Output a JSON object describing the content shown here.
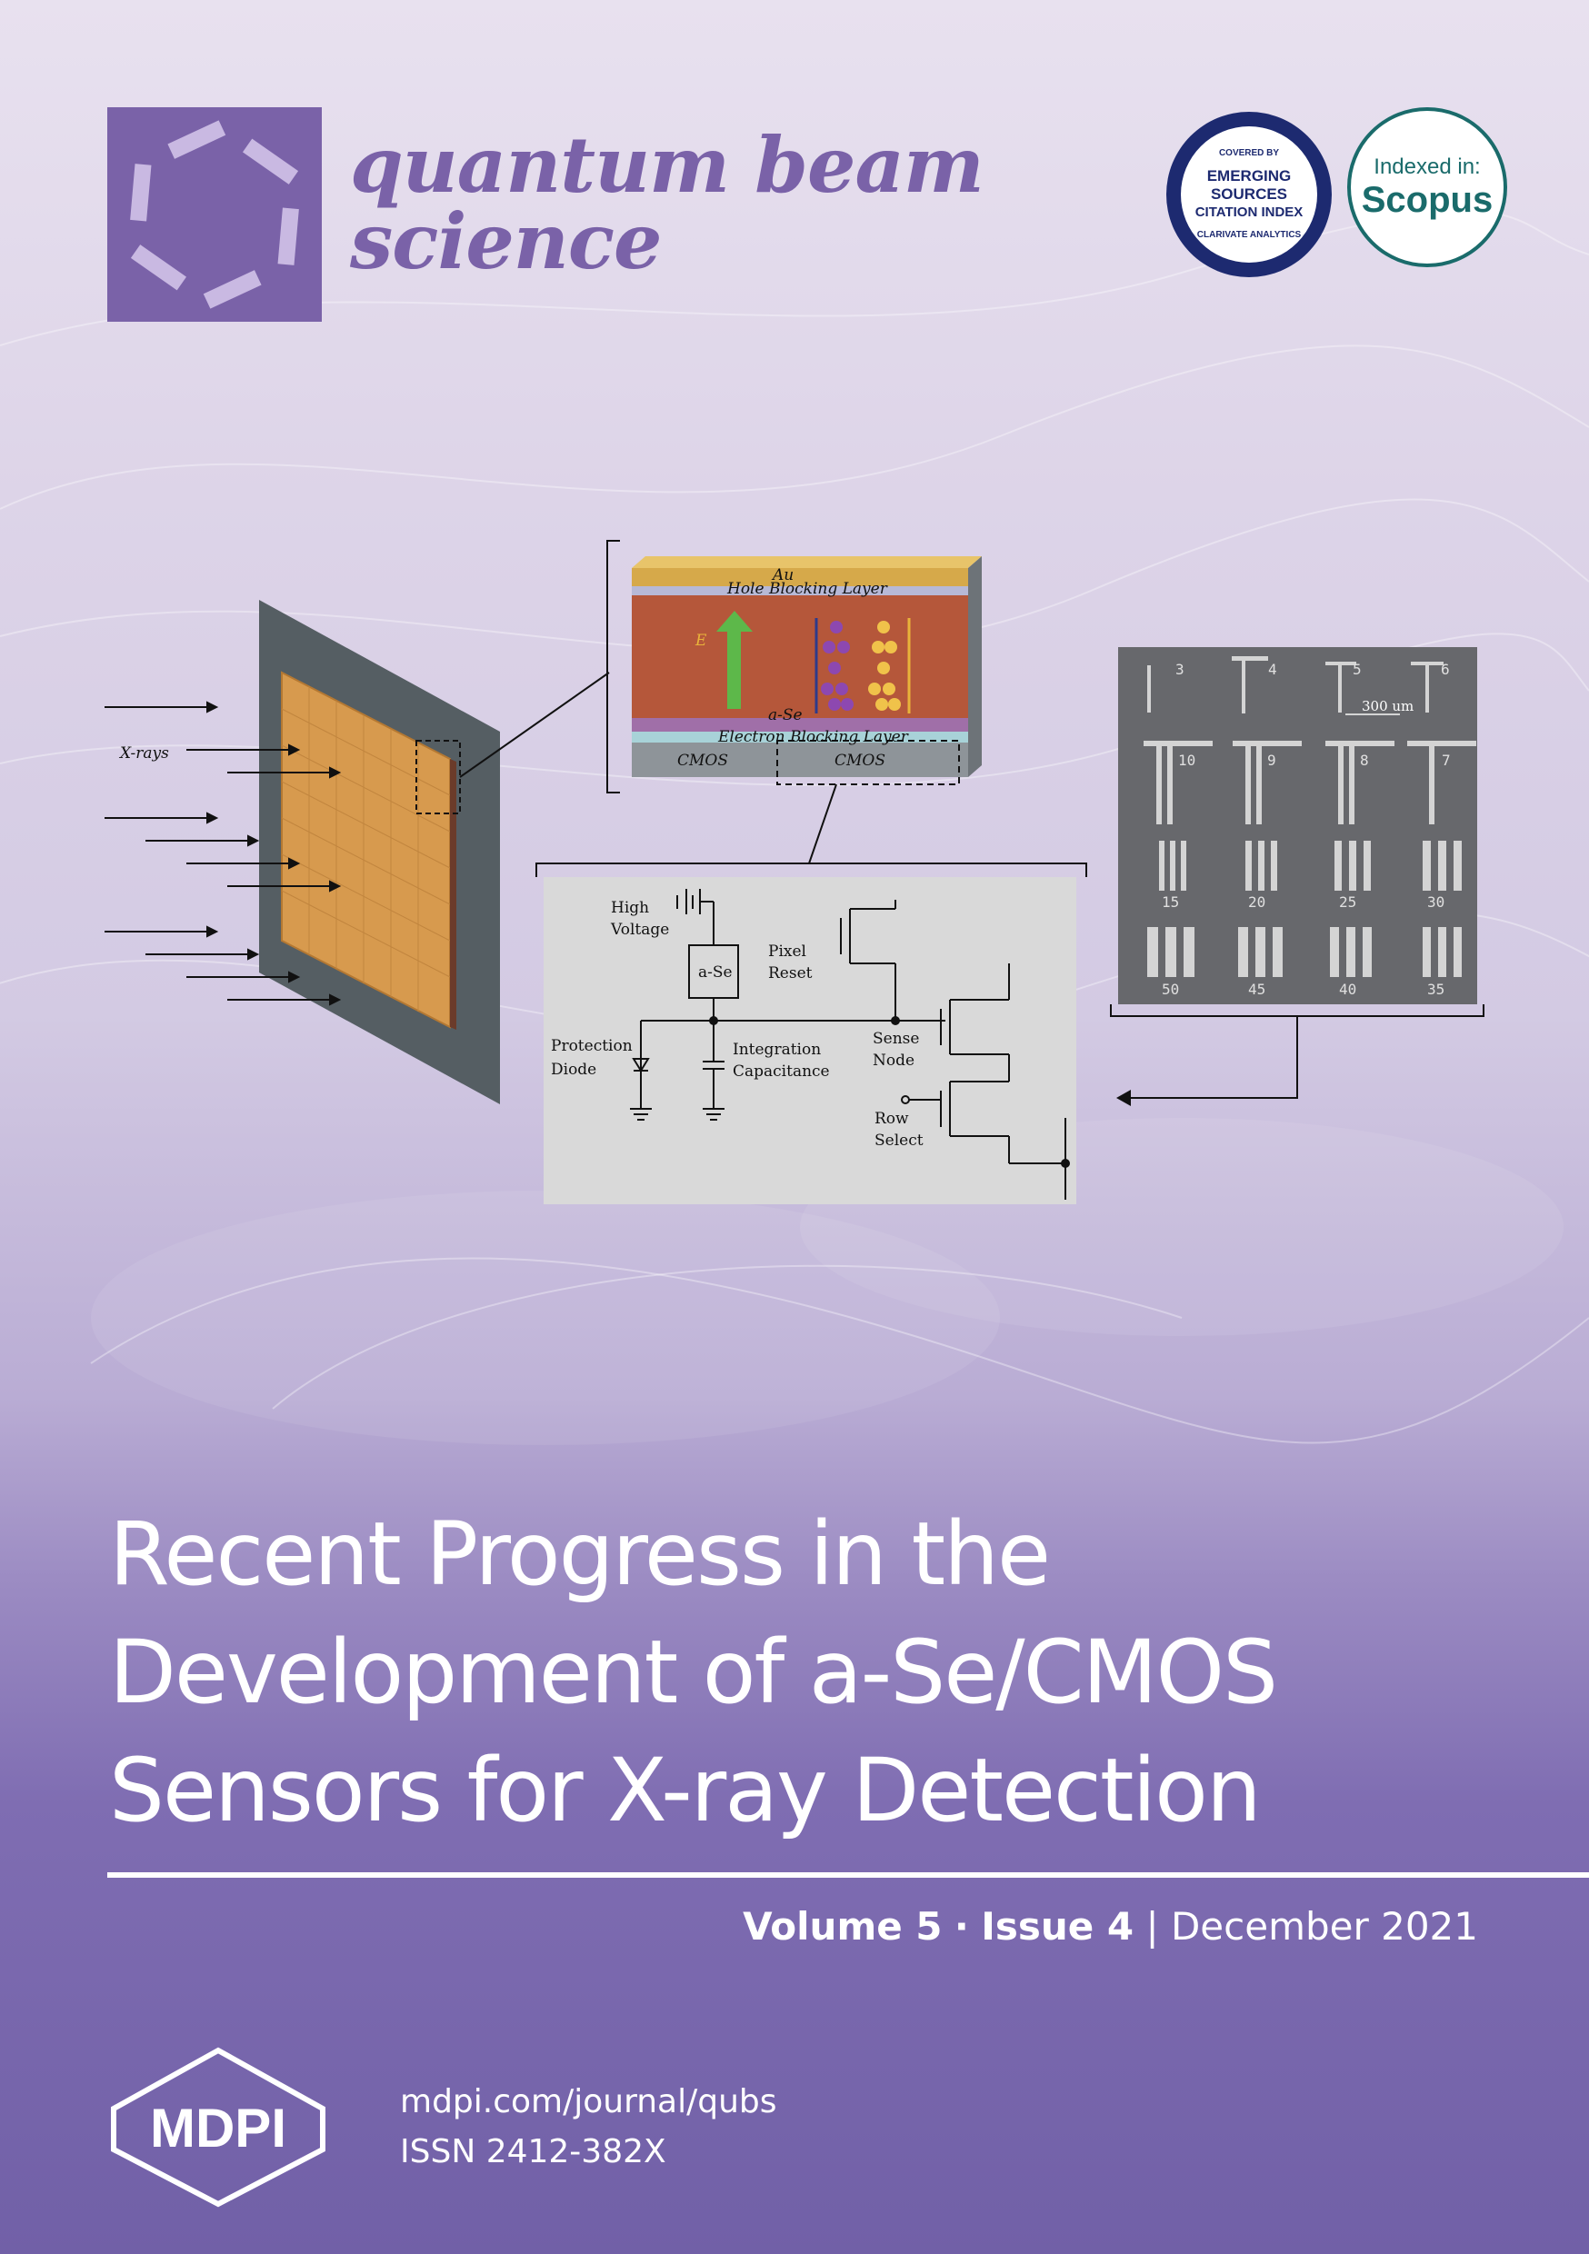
{
  "journal": {
    "name_line1": "quantum beam",
    "name_line2": "science"
  },
  "badges": {
    "esci": {
      "top": "COVERED BY",
      "line1": "EMERGING",
      "line2": "SOURCES",
      "line3": "CITATION INDEX",
      "bottom": "CLARIVATE ANALYTICS"
    },
    "scopus": {
      "label": "Indexed in:",
      "name": "Scopus"
    }
  },
  "figure": {
    "xrays_label": "X-rays",
    "layers": {
      "au": "Au",
      "hole_blocking": "Hole Blocking Layer",
      "field": "E",
      "ase": "a-Se",
      "electron_blocking": "Electron Blocking Layer",
      "cmos_left": "CMOS",
      "cmos_right": "CMOS"
    },
    "circuit": {
      "high_voltage": "High",
      "high_voltage2": "Voltage",
      "ase_box": "a-Se",
      "pixel_reset": "Pixel",
      "pixel_reset2": "Reset",
      "protection_diode": "Protection",
      "protection_diode2": "Diode",
      "integration": "Integration",
      "integration2": "Capacitance",
      "sense_node": "Sense",
      "sense_node2": "Node",
      "row_select": "Row",
      "row_select2": "Select"
    },
    "xray_image": {
      "scale_label": "300 um",
      "row1": [
        "3",
        "4",
        "5",
        "6"
      ],
      "row2": [
        "10",
        "9",
        "8",
        "7"
      ],
      "row3": [
        "15",
        "20",
        "25",
        "30"
      ],
      "row4": [
        "50",
        "45",
        "40",
        "35"
      ]
    }
  },
  "article": {
    "title_line1": "Recent Progress in the",
    "title_line2": "Development of a-Se/CMOS",
    "title_line3": "Sensors for X-ray Detection"
  },
  "issue": {
    "volume": "Volume 5",
    "sep": "·",
    "issue": "Issue 4",
    "bar": "|",
    "date": "December 2021"
  },
  "publisher": {
    "logo_text": "MDPI",
    "url": "mdpi.com/journal/qubs",
    "issn": "ISSN 2412-382X"
  },
  "colors": {
    "brand": "#7a62a8",
    "scopus": "#1a6b6b",
    "esci": "#1d2a70"
  }
}
